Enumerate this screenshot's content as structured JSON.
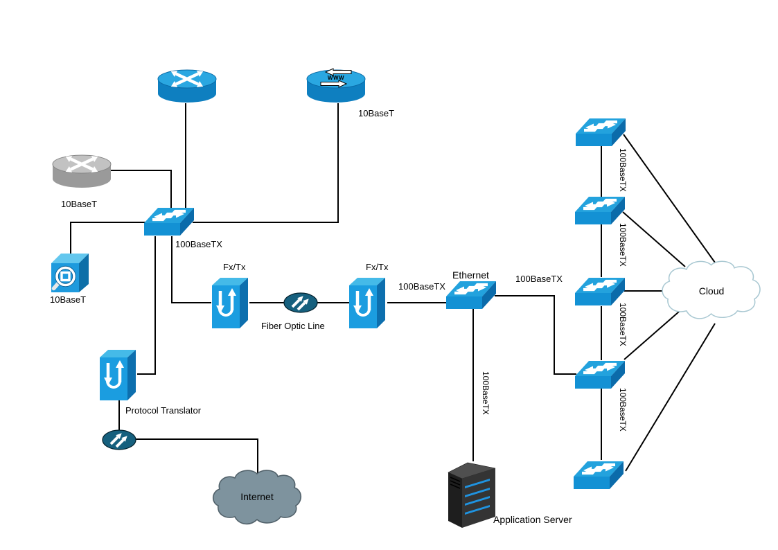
{
  "diagram": {
    "type": "network-topology",
    "background": "#ffffff",
    "colors": {
      "node_blue_top": "#2aa7e1",
      "node_blue_front": "#1391d4",
      "node_blue_side": "#0b6baa",
      "gray_top": "#c2c2c2",
      "gray_body": "#9a9a9a",
      "teal_ellipse": "#16607e",
      "connector": "#000000",
      "internet_cloud_fill": "#7e939e",
      "internet_cloud_stroke": "#51616a",
      "cloud_fill": "#ffffff",
      "cloud_stroke": "#a9c8d2",
      "server_body": "#343434",
      "server_stripe": "#1f93e0"
    },
    "labels": {
      "www_port": "10BaseT",
      "router_gray_port": "10BaseT",
      "switch_main": "100BaseTX",
      "hub_port": "10BaseT",
      "fxtx_left": "Fx/Tx",
      "fxtx_right": "Fx/Tx",
      "fiber_optic": "Fiber Optic Line",
      "ethernet": "Ethernet",
      "eth_in": "100BaseTX",
      "eth_out": "100BaseTX",
      "protocol_translator": "Protocol Translator",
      "app_server": "Application Server",
      "app_link": "100BaseTX",
      "internet": "Internet",
      "cloud": "Cloud",
      "trunk_1_2": "100BaseTX",
      "trunk_2_3": "100BaseTX",
      "trunk_3_4": "100BaseTX",
      "trunk_4_5": "100BaseTX",
      "www_glyph": "WWW"
    },
    "nodes": [
      {
        "id": "router-top",
        "type": "router",
        "label": ""
      },
      {
        "id": "www-server",
        "type": "web-server",
        "label": "10BaseT"
      },
      {
        "id": "router-gray",
        "type": "router",
        "label": "10BaseT"
      },
      {
        "id": "switch-main",
        "type": "workgroup-switch",
        "label": "100BaseTX"
      },
      {
        "id": "mgmt-hub",
        "type": "management-module",
        "label": "10BaseT"
      },
      {
        "id": "media-converter-left",
        "type": "media-converter",
        "label": "Fx/Tx"
      },
      {
        "id": "fiber-optic-node",
        "type": "wan-link",
        "label": "Fiber Optic Line"
      },
      {
        "id": "media-converter-right",
        "type": "media-converter",
        "label": "Fx/Tx"
      },
      {
        "id": "ethernet-switch",
        "type": "workgroup-switch",
        "label": "Ethernet"
      },
      {
        "id": "protocol-translator",
        "type": "protocol-translator",
        "label": "Protocol Translator"
      },
      {
        "id": "wan-link-node",
        "type": "wan-link",
        "label": ""
      },
      {
        "id": "internet-cloud",
        "type": "cloud",
        "label": "Internet"
      },
      {
        "id": "application-server",
        "type": "server-tower",
        "label": "Application Server"
      },
      {
        "id": "switch-1",
        "type": "workgroup-switch",
        "label": ""
      },
      {
        "id": "switch-2",
        "type": "workgroup-switch",
        "label": ""
      },
      {
        "id": "switch-3",
        "type": "workgroup-switch",
        "label": ""
      },
      {
        "id": "switch-4",
        "type": "workgroup-switch",
        "label": ""
      },
      {
        "id": "switch-5",
        "type": "workgroup-switch",
        "label": ""
      },
      {
        "id": "cloud",
        "type": "cloud",
        "label": "Cloud"
      }
    ],
    "connections": [
      {
        "from": "router-top",
        "to": "switch-main",
        "label": ""
      },
      {
        "from": "www-server",
        "to": "switch-main",
        "label": ""
      },
      {
        "from": "router-gray",
        "to": "switch-main",
        "label": ""
      },
      {
        "from": "switch-main",
        "to": "mgmt-hub",
        "label": ""
      },
      {
        "from": "switch-main",
        "to": "media-converter-left",
        "label": ""
      },
      {
        "from": "switch-main",
        "to": "protocol-translator",
        "label": ""
      },
      {
        "from": "media-converter-left",
        "to": "media-converter-right",
        "via": "fiber-optic-node",
        "label": ""
      },
      {
        "from": "media-converter-right",
        "to": "ethernet-switch",
        "label": "100BaseTX"
      },
      {
        "from": "ethernet-switch",
        "to": "switch-4",
        "label": "100BaseTX"
      },
      {
        "from": "ethernet-switch",
        "to": "application-server",
        "label": "100BaseTX"
      },
      {
        "from": "protocol-translator",
        "to": "wan-link-node",
        "label": ""
      },
      {
        "from": "wan-link-node",
        "to": "internet-cloud",
        "label": ""
      },
      {
        "from": "switch-1",
        "to": "switch-2",
        "label": "100BaseTX"
      },
      {
        "from": "switch-2",
        "to": "switch-3",
        "label": "100BaseTX"
      },
      {
        "from": "switch-3",
        "to": "switch-4",
        "label": "100BaseTX"
      },
      {
        "from": "switch-4",
        "to": "switch-5",
        "label": "100BaseTX"
      },
      {
        "from": "switch-1",
        "to": "cloud",
        "label": ""
      },
      {
        "from": "switch-2",
        "to": "cloud",
        "label": ""
      },
      {
        "from": "switch-3",
        "to": "cloud",
        "label": ""
      },
      {
        "from": "switch-4",
        "to": "cloud",
        "label": ""
      },
      {
        "from": "switch-5",
        "to": "cloud",
        "label": ""
      }
    ]
  }
}
